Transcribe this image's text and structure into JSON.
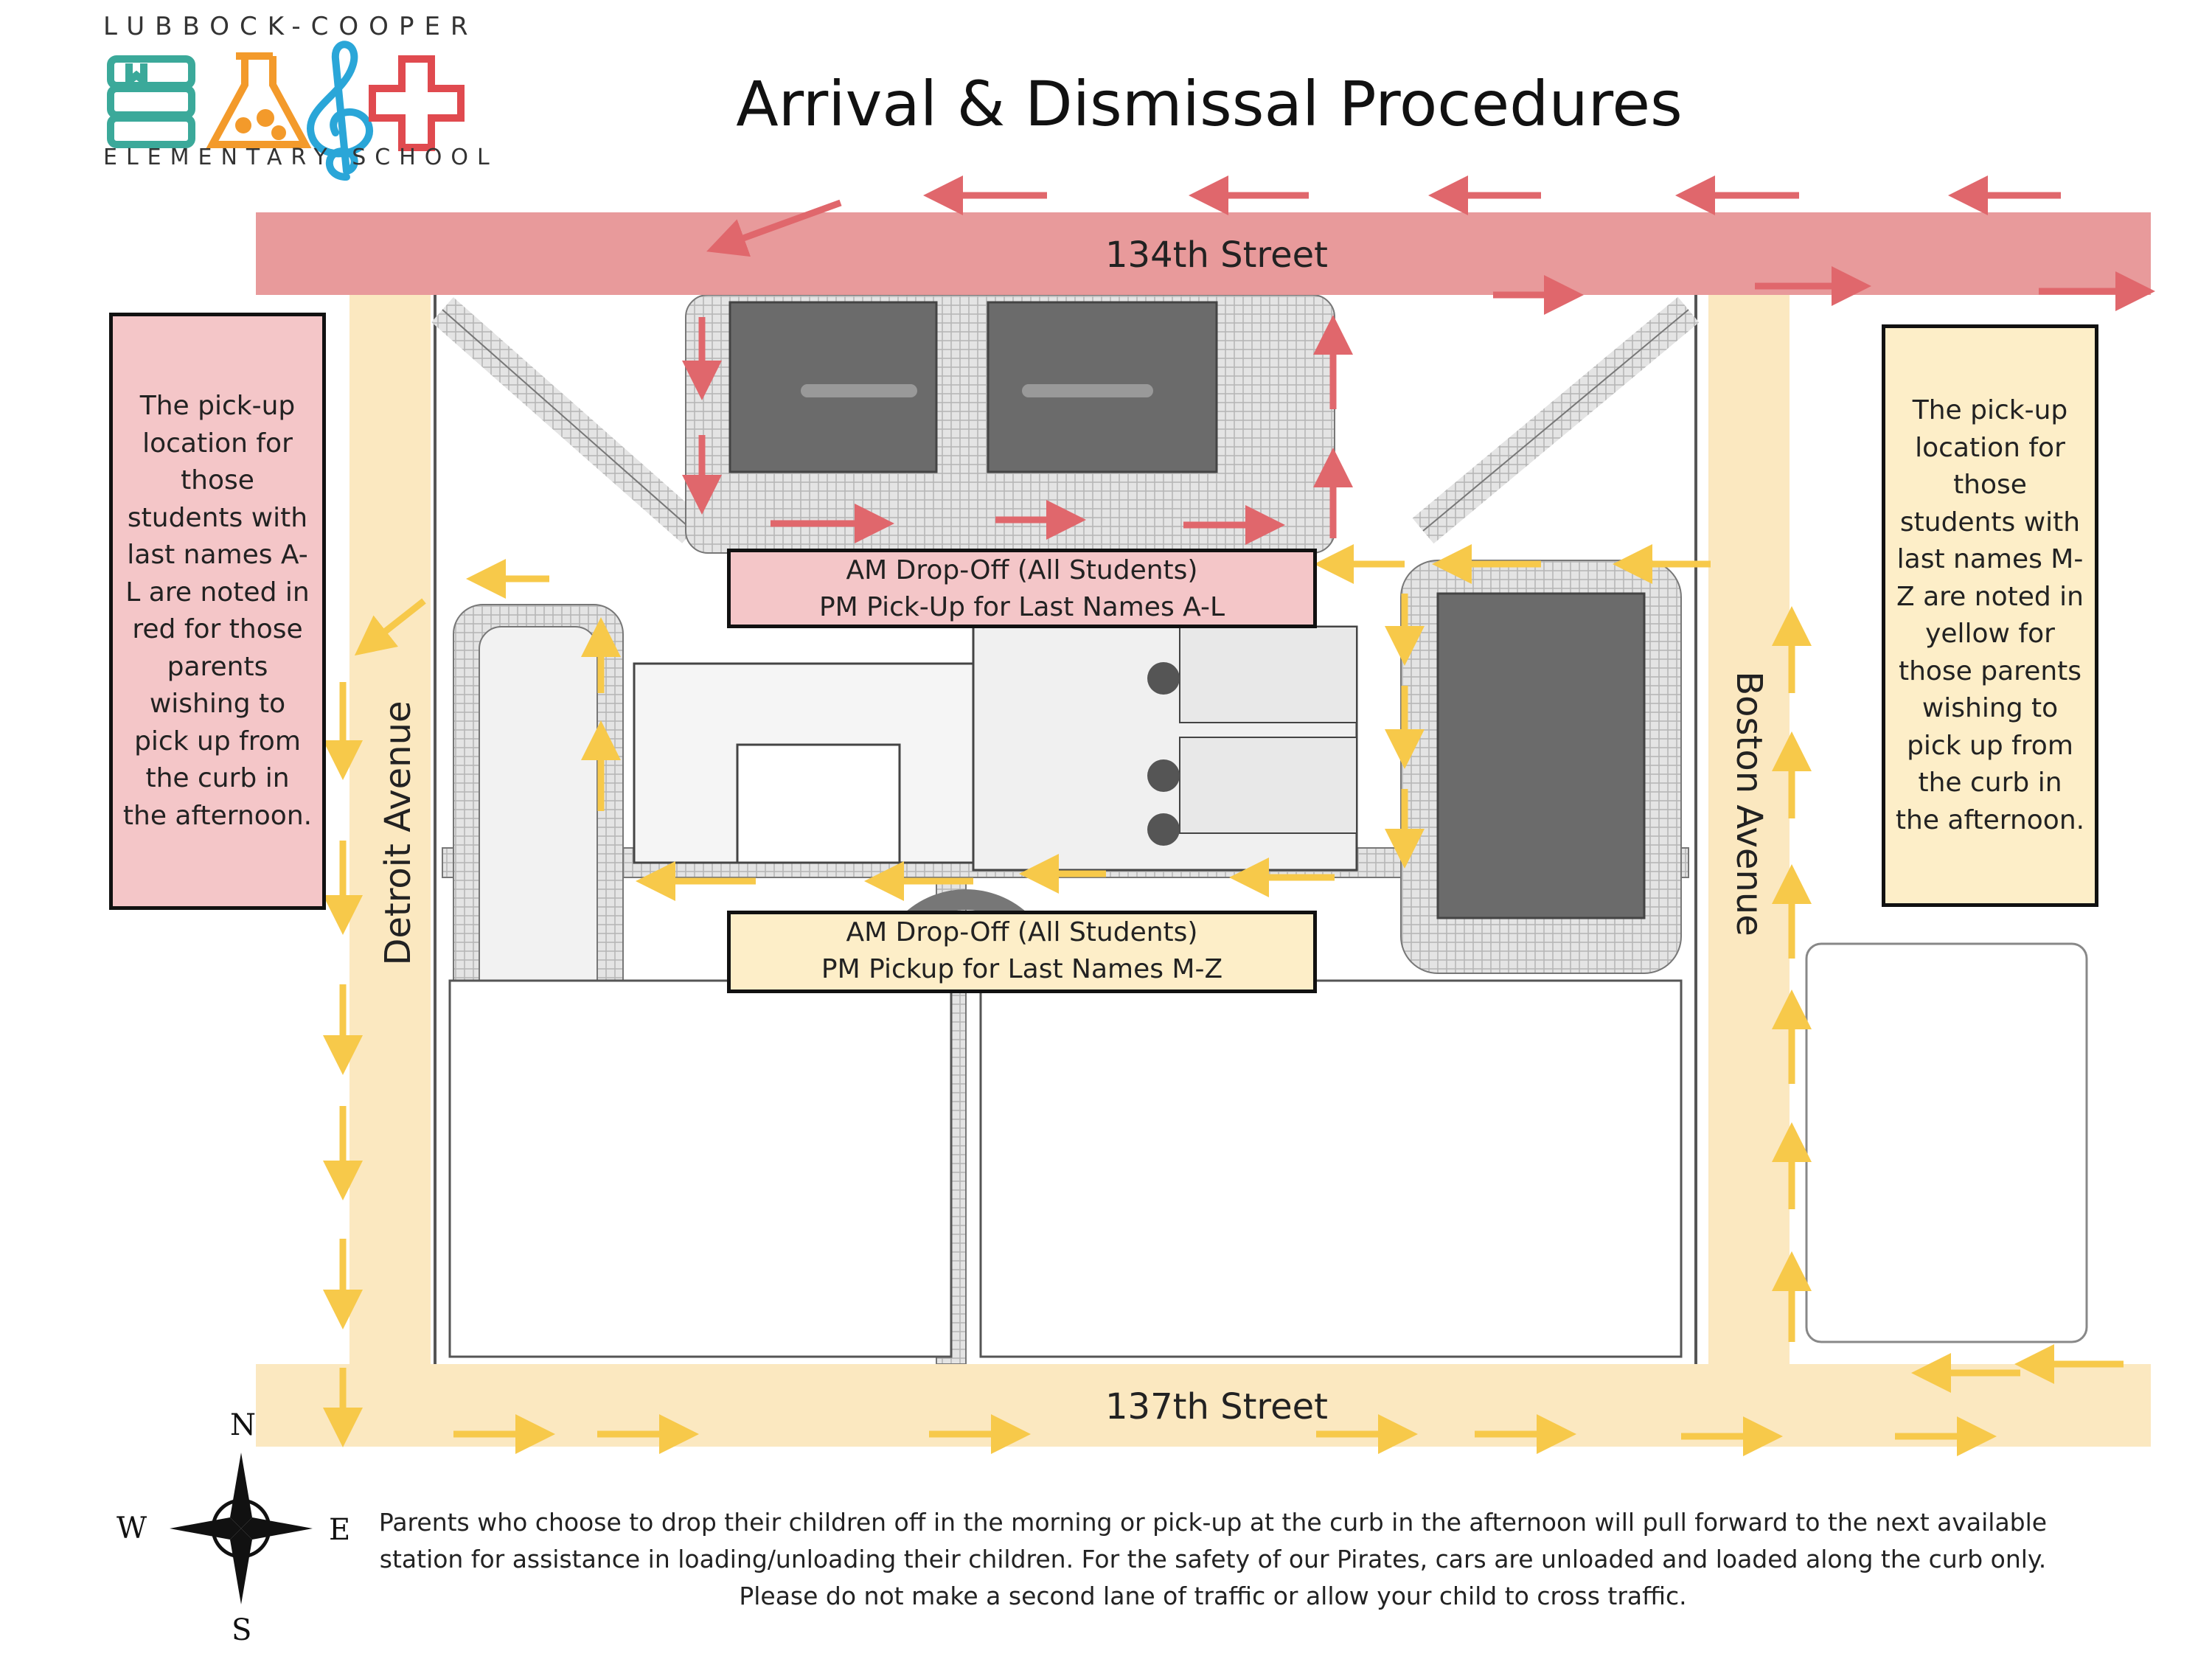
{
  "logo": {
    "top_text": "LUBBOCK-COOPER",
    "bottom_text": "ELEMENTARY SCHOOL",
    "colors": [
      "#3ba99a",
      "#f39a2b",
      "#2aa6d8",
      "#e04a4f"
    ],
    "icons": [
      "books-icon",
      "flask-icon",
      "treble-clef-icon",
      "plus-icon"
    ]
  },
  "title": "Arrival & Dismissal Procedures",
  "streets": {
    "north": "134th Street",
    "south": "137th Street",
    "west": "Detroit Avenue",
    "east": "Boston Avenue"
  },
  "notes": {
    "left": "The pick-up location for those students with last names A-L are noted in red for those parents wishing to pick up from the curb in the afternoon.",
    "right": "The pick-up location for those students with last names M-Z are noted in yellow for those parents wishing to pick up from the curb in the afternoon."
  },
  "zones": {
    "red": {
      "line1": "AM Drop-Off (All Students)",
      "line2": "PM Pick-Up for Last Names A-L"
    },
    "yellow": {
      "line1": "AM Drop-Off (All Students)",
      "line2": "PM Pickup for Last Names M-Z"
    }
  },
  "compass": {
    "n": "N",
    "s": "S",
    "e": "E",
    "w": "W"
  },
  "footer": "Parents who choose to drop their children off in the morning or pick-up at the curb in the afternoon will pull forward to the next available station for assistance in loading/unloading their children. For the safety of our Pirates, cars are unloaded and loaded along the curb only. Please do not make a second lane of traffic or allow your child to cross traffic.",
  "colors": {
    "red_road": "#e89a9b",
    "red_arrow": "#e0676c",
    "yellow_road": "#fbe8c0",
    "yellow_arrow": "#f7c94a",
    "red_box": "#f4c6c8",
    "yellow_box": "#fdeec8",
    "parking": "#6b6b6b"
  }
}
